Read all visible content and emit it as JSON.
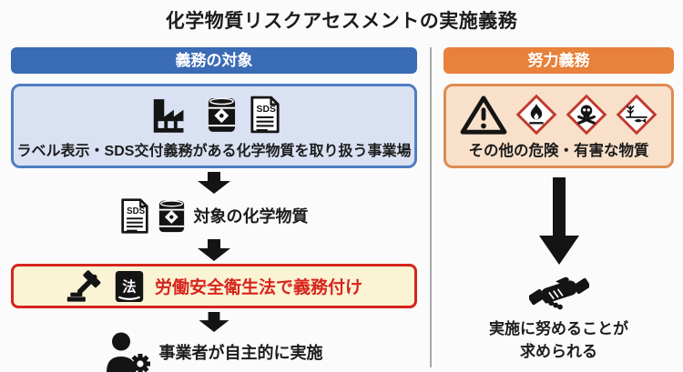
{
  "title": "化学物質リスクアセスメントの実施義務",
  "sds_label": "SDS",
  "colors": {
    "background": "#fbfbfb",
    "blue_header_bg": "#3a6bb5",
    "blue_box_bg": "#d9e1f2",
    "blue_box_border": "#4f7ec1",
    "orange_header_bg": "#e8813a",
    "orange_box_bg": "#f9e0ca",
    "orange_box_border": "#de8c52",
    "law_box_bg": "#faf3d4",
    "law_box_border": "#d6251d",
    "law_text": "#d6251d",
    "ghs_diamond_red": "#c13a2e",
    "icon_black": "#141414",
    "divider_gray": "#a9a9a9",
    "header_text": "#ffffff",
    "body_text": "#1c1c1c"
  },
  "left_column": {
    "header": "義務の対象",
    "box1": {
      "icons": [
        "factory-icon",
        "chemical-drum-icon",
        "sds-document-icon"
      ],
      "label": "ラベル表示・SDS交付義務がある化学物質を取り扱う事業場"
    },
    "step2": {
      "icons": [
        "sds-document-icon",
        "chemical-drum-icon"
      ],
      "label": "対象の化学物質"
    },
    "law_box": {
      "icons": [
        "gavel-icon",
        "law-book-icon"
      ],
      "book_char": "法",
      "label": "労働安全衛生法で義務付け"
    },
    "step4": {
      "icons": [
        "business-operator-icon"
      ],
      "label": "事業者が自主的に実施"
    }
  },
  "right_column": {
    "header": "努力義務",
    "box1": {
      "icons": [
        "warning-triangle-icon",
        "ghs-flame-icon",
        "ghs-skull-icon",
        "ghs-environment-icon"
      ],
      "label": "その他の危険・有害な物質"
    },
    "bottom": {
      "icon": "handshake-icon",
      "label_line1": "実施に努めることが",
      "label_line2": "求められる"
    }
  }
}
